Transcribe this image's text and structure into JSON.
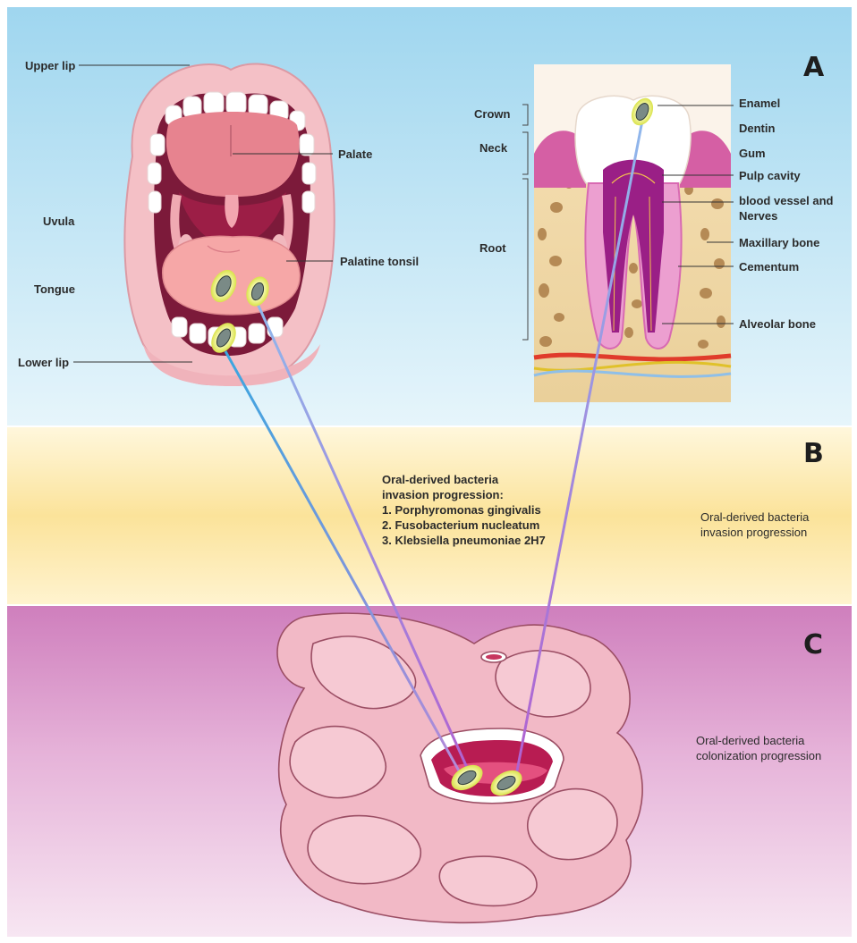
{
  "panels": {
    "a": "A",
    "b": "B",
    "c": "C"
  },
  "mouth": {
    "upper_lip": "Upper lip",
    "palate": "Palate",
    "uvula": "Uvula",
    "palatine_tonsil": "Palatine tonsil",
    "tongue": "Tongue",
    "lower_lip": "Lower lip"
  },
  "tooth": {
    "crown": "Crown",
    "neck": "Neck",
    "root": "Root",
    "enamel": "Enamel",
    "dentin": "Dentin",
    "gum": "Gum",
    "pulp_cavity": "Pulp cavity",
    "vessels_line1": "blood vessel and",
    "vessels_line2": "Nerves",
    "maxillary_bone": "Maxillary bone",
    "cementum": "Cementum",
    "alveolar_bone": "Alveolar bone"
  },
  "band_b": {
    "center_title_line1": "Oral-derived bacteria",
    "center_title_line2": "invasion progression:",
    "bacteria": [
      "1. Porphyromonas gingivalis",
      "2. Fusobacterium nucleatum",
      "3. Klebsiella pneumoniae 2H7"
    ],
    "side_line1": "Oral-derived bacteria",
    "side_line2": "invasion progression"
  },
  "band_c": {
    "side_line1": "Oral-derived bacteria",
    "side_line2": "colonization progression"
  },
  "colors": {
    "band_a": "#aedcf0",
    "band_b": "#fbe6a6",
    "band_c": "#d78cc2",
    "arrow_blue": "#3fa8dd",
    "arrow_purple": "#b06ad0",
    "bacterium_halo": "#e8ef5a"
  }
}
